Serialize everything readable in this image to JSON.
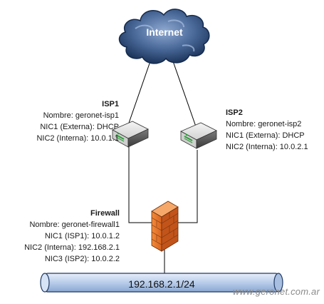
{
  "cloud": {
    "label": "Internet"
  },
  "isp1": {
    "title": "ISP1",
    "lines": [
      "Nombre: geronet-isp1",
      "NIC1 (Externa): DHCP",
      "NIC2 (Interna): 10.0.1.1"
    ]
  },
  "isp2": {
    "title": "ISP2",
    "lines": [
      "Nombre: geronet-isp2",
      "NIC1 (Externa): DHCP",
      "NIC2 (Interna): 10.0.2.1"
    ]
  },
  "firewall": {
    "title": "Firewall",
    "lines": [
      "Nombre: geronet-firewall1",
      "NIC1 (ISP1): 10.0.1.2",
      "NIC2 (Interna): 192.168.2.1",
      "NIC3 (ISP2): 10.0.2.2"
    ]
  },
  "network": {
    "label": "192.168.2.1/24"
  },
  "watermark": "www.geronet.com.ar",
  "colors": {
    "cloud_dark": "#1f3a63",
    "cloud_light": "#7b97c2",
    "firewall_brick": "#e8772e",
    "bus_fill": "#c3d4ee",
    "bus_stroke": "#1f3a63",
    "link": "#000000"
  }
}
